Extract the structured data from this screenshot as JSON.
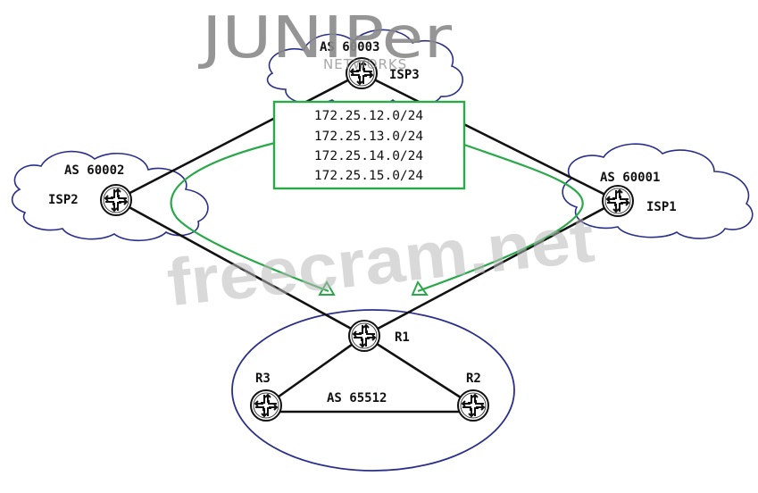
{
  "logo": {
    "brand": "JUNIPer",
    "sub": "NETWORKS"
  },
  "watermark": "freecram.net",
  "clouds": {
    "as60003": {
      "as_label": "AS 60003",
      "router_label": "ISP3"
    },
    "as60002": {
      "as_label": "AS 60002",
      "router_label": "ISP2"
    },
    "as60001": {
      "as_label": "AS 60001",
      "router_label": "ISP1"
    }
  },
  "internal": {
    "as_label": "AS 65512",
    "routers": {
      "r1": "R1",
      "r2": "R2",
      "r3": "R3"
    }
  },
  "prefixes": [
    "172.25.12.0/24",
    "172.25.13.0/24",
    "172.25.14.0/24",
    "172.25.15.0/24"
  ],
  "colors": {
    "route_arrows": "#2aa84a",
    "prefix_box": "#2aa84a",
    "links": "#111111",
    "as_ellipse": "#2a2f8a",
    "clouds": "#2a2f8a"
  }
}
